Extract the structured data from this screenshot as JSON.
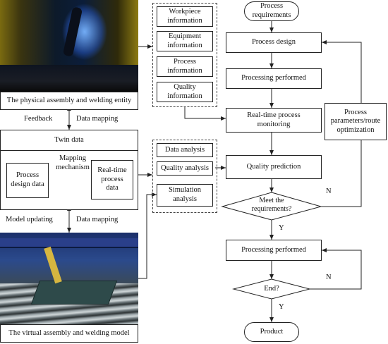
{
  "physical": {
    "caption": "The physical assembly and welding entity"
  },
  "virtual": {
    "caption": "The virtual assembly and welding model"
  },
  "twin": {
    "title": "Twin data",
    "process_design_data": "Process\ndesign data",
    "mapping_mechanism": "Mapping\nmechanism",
    "realtime_process_data": "Real-time\nprocess\ndata"
  },
  "links": {
    "feedback": "Feedback",
    "data_mapping_top": "Data mapping",
    "model_updating": "Model updating",
    "data_mapping_bottom": "Data mapping"
  },
  "info_group": [
    "Workpiece\ninformation",
    "Equipment\ninformation",
    "Process\ninformation",
    "Quality\ninformation"
  ],
  "analysis_group": [
    "Data analysis",
    "Quality analysis",
    "Simulation\nanalysis"
  ],
  "flow": {
    "start": "Process\nrequirements",
    "process_design": "Process design",
    "processing_performed_1": "Processing performed",
    "monitoring": "Real-time process\nmonitoring",
    "quality_prediction": "Quality prediction",
    "meet_requirements": "Meet the\nrequirements?",
    "processing_performed_2": "Processing performed",
    "end_question": "End?",
    "product": "Product",
    "optimization": "Process\nparameters/route\noptimization",
    "n_label_1": "N",
    "y_label_1": "Y",
    "n_label_2": "N",
    "y_label_2": "Y"
  }
}
